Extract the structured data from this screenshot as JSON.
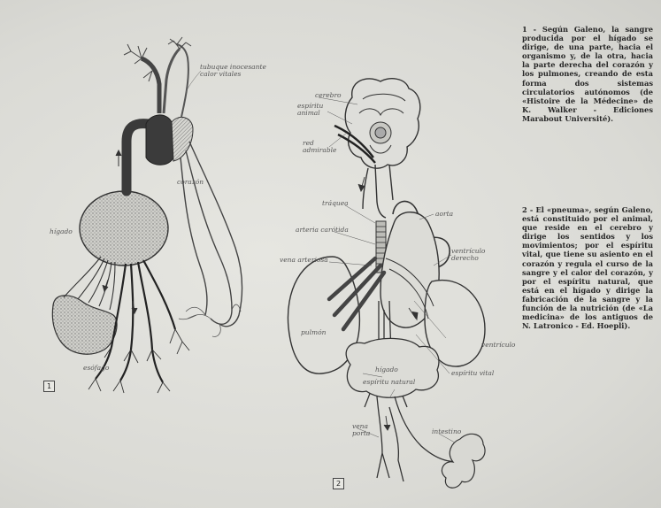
{
  "figure1": {
    "number": "1",
    "labels": {
      "tubes": "tubuque inocesante\ncalor vitales",
      "heart": "corazón",
      "liver": "hígado",
      "stomach": "esófago"
    }
  },
  "figure2": {
    "number": "2",
    "labels": {
      "brain": "cerebro",
      "animal_spirit": "espíritu\nanimal",
      "rete": "red\nadmirable",
      "trachea": "tráquea",
      "carotid": "arteria carótida",
      "arterial_vein": "vena arteriosa",
      "aorta": "aorta",
      "right_ventricle": "ventrículo\nderecho",
      "lung": "pulmón",
      "vital_spirit": "espíritu vital",
      "left_ventricle": "ventrículo",
      "liver": "hígado",
      "natural_spirit": "espíritu natural",
      "portal_vein": "vena\nporta",
      "intestine": "intestino"
    }
  },
  "captions": [
    "1 - Según Galeno, la sangre producida por el hígado se dirige, de una parte, hacia el organismo y, de la otra, hacia la parte derecha del corazón y los pulmones, creando de esta forma dos sistemas circulatorios autónomos (de «Histoire de la Médecine» de K. Walker - Ediciones Marabout Université).",
    "2 - El «pneuma», según Galeno, está constituido por el animal, que reside en el cerebro y dirige los sentidos y los movimientos; por el espíritu vital, que tiene su asiento en el corazón y regula el curso de la sangre y el calor del corazón, y por el espíritu natural, que está en el hígado y dirige la fabricación de la sangre y la función de la nutrición (de «La medicina» de los antiguos de N. Latronico - Ed. Hoepli)."
  ]
}
